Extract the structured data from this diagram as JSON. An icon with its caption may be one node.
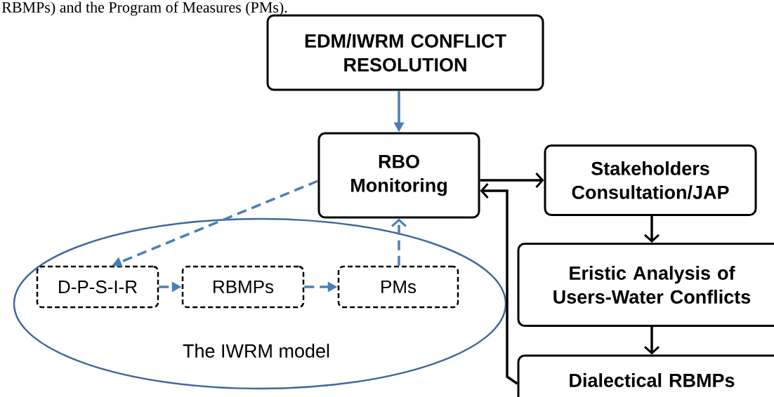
{
  "diagram": {
    "nodes": [
      {
        "text": [
          "EDM/IWRM CONFLICT RESOLUTION"
        ]
      },
      {
        "text": [
          "RBO Monitoring"
        ]
      },
      {
        "text": [
          "Stakeholders Consultation/JAP"
        ]
      },
      {
        "text": [
          "The IWRM model"
        ]
      },
      {
        "text": [
          "D-P-S-I-R"
        ],
        "in": 3
      },
      {
        "text": [
          "RBMPs"
        ],
        "in": 3
      },
      {
        "text": [
          "PMs"
        ],
        "in": 3
      },
      {
        "text": [
          "Eristic  Analysis of Users-Water Conflicts"
        ]
      },
      {
        "text": [
          "Dialectical RBMPs"
        ]
      }
    ],
    "edges": [
      {
        "from": 0,
        "to": 1,
        "arrow": "to"
      },
      {
        "from": 1,
        "to": 4,
        "arrow": "to",
        "style": "dashed"
      },
      {
        "from": 4,
        "to": 5,
        "arrow": "to",
        "style": "dashed"
      },
      {
        "from": 5,
        "to": 6,
        "arrow": "to",
        "style": "dashed"
      },
      {
        "from": 6,
        "to": 1,
        "arrow": "to",
        "style": "dashed"
      },
      {
        "from": 1,
        "to": 2,
        "arrow": "to",
        "color": "#000000"
      },
      {
        "from": 2,
        "to": 7,
        "arrow": "to",
        "color": "#000000"
      },
      {
        "from": 7,
        "to": 8,
        "arrow": "to",
        "color": "#000000"
      },
      {
        "from": 8,
        "to": 1,
        "arrow": "to",
        "color": "#000000"
      }
    ],
    "labels": [
      "RBMPs) and the Program of Measures (PMs)."
    ]
  }
}
